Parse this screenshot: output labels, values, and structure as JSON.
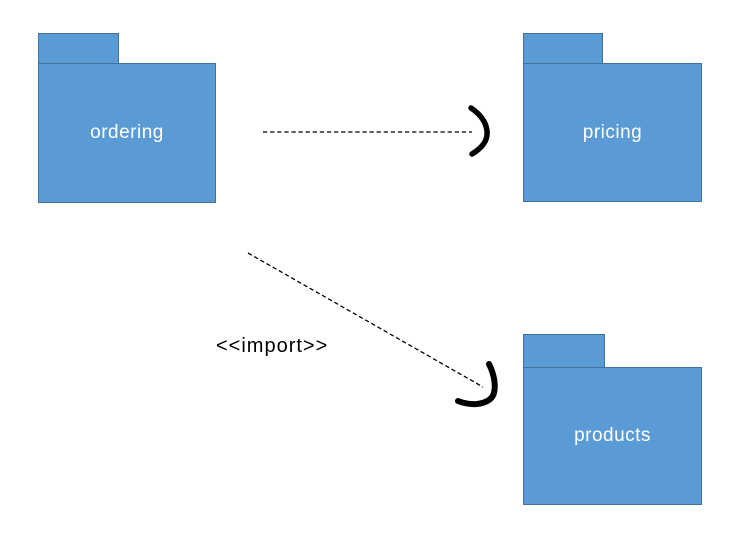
{
  "diagram": {
    "type": "uml-package-diagram",
    "background_color": "#ffffff"
  },
  "packages": [
    {
      "id": "ordering",
      "label": "ordering"
    },
    {
      "id": "pricing",
      "label": "pricing"
    },
    {
      "id": "products",
      "label": "products"
    }
  ],
  "edges": [
    {
      "from": "ordering",
      "to": "pricing",
      "style": "dashed",
      "arrowhead": "open",
      "stereotype": ""
    },
    {
      "from": "ordering",
      "to": "products",
      "style": "dashed",
      "arrowhead": "open",
      "stereotype": "<<import>>"
    }
  ],
  "colors": {
    "package_fill": "#5b9bd5",
    "package_border": "#41719c",
    "package_text": "#ffffff",
    "edge_stroke": "#000000",
    "stereotype_text": "#000000"
  }
}
